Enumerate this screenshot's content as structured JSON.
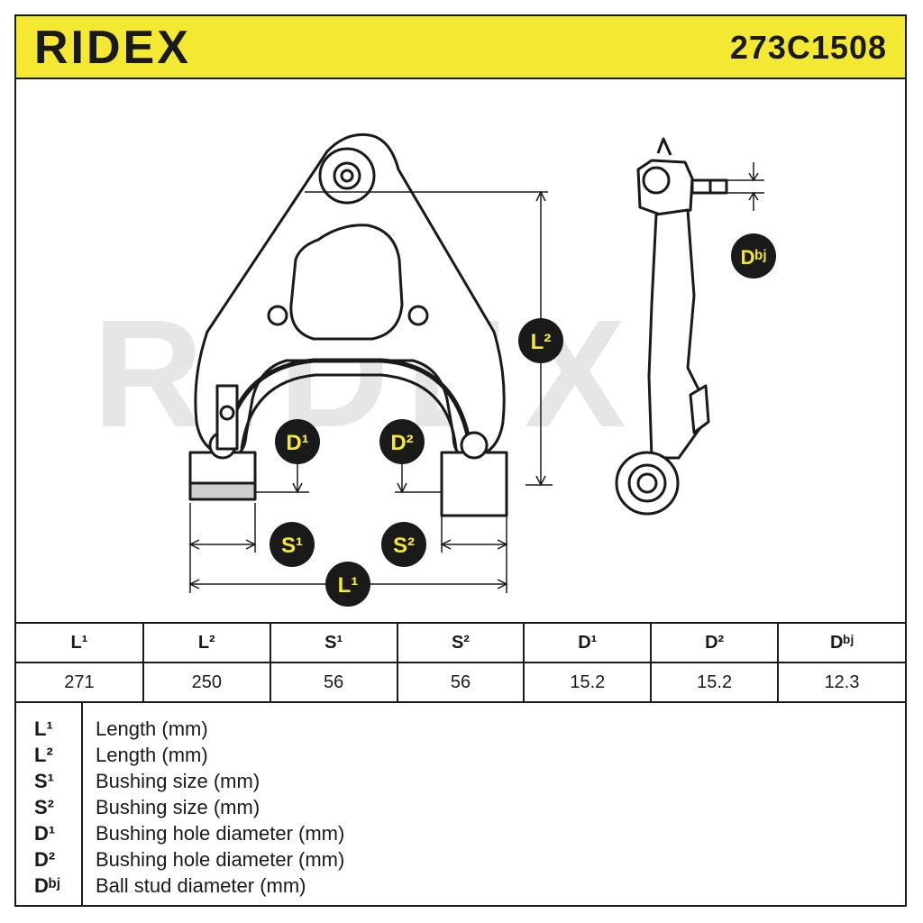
{
  "header": {
    "brand": "RIDEX",
    "part_number": "273C1508"
  },
  "watermark": "RIDEX",
  "labels": {
    "L1": "L¹",
    "L2": "L²",
    "S1": "S¹",
    "S2": "S²",
    "D1": "D¹",
    "D2": "D²",
    "Dbj": "Dᵇʲ"
  },
  "colors": {
    "accent_yellow": "#f5e832",
    "ink": "#1a1a1a",
    "watermark_gray": "#e6e6e6"
  },
  "specs": {
    "headers": [
      "L¹",
      "L²",
      "S¹",
      "S²",
      "D¹",
      "D²",
      "Dᵇʲ"
    ],
    "values": [
      "271",
      "250",
      "56",
      "56",
      "15.2",
      "15.2",
      "12.3"
    ]
  },
  "legend": [
    {
      "symbol": "L¹",
      "description": "Length (mm)"
    },
    {
      "symbol": "L²",
      "description": "Length (mm)"
    },
    {
      "symbol": "S¹",
      "description": "Bushing size (mm)"
    },
    {
      "symbol": "S²",
      "description": "Bushing size (mm)"
    },
    {
      "symbol": "D¹",
      "description": "Bushing hole diameter (mm)"
    },
    {
      "symbol": "D²",
      "description": "Bushing hole diameter (mm)"
    },
    {
      "symbol": "Dᵇʲ",
      "description": "Ball stud diameter (mm)"
    }
  ]
}
